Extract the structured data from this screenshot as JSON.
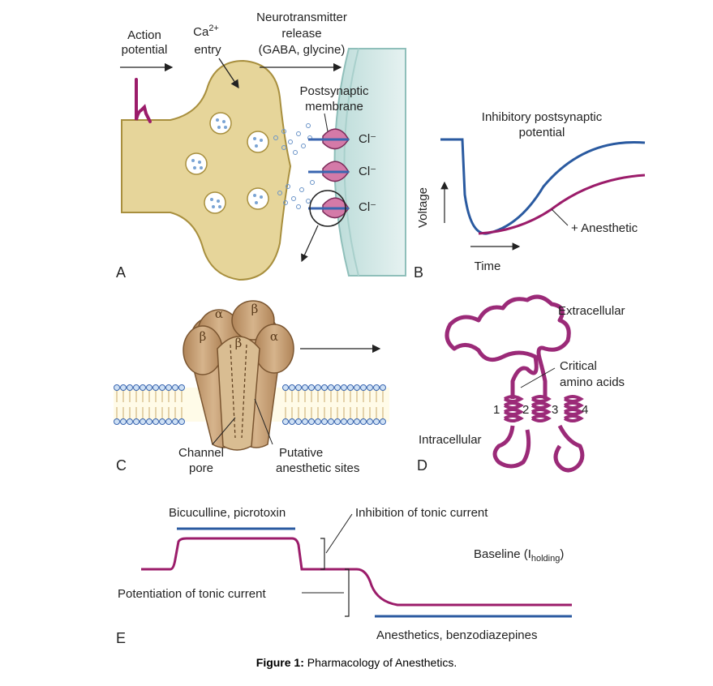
{
  "panel_a": {
    "letter": "A",
    "action_potential": [
      "Action",
      "potential"
    ],
    "ca_entry": {
      "base": "Ca",
      "sup": "2+",
      "line2": "entry"
    },
    "neurotransmitter": [
      "Neurotransmitter",
      "release",
      "(GABA, glycine)"
    ],
    "postsynaptic": [
      "Postsynaptic",
      "membrane"
    ],
    "cl_labels": [
      "Cl⁻",
      "Cl⁻",
      "Cl⁻"
    ]
  },
  "panel_b": {
    "letter": "B",
    "title": [
      "Inhibitory postsynaptic",
      "potential"
    ],
    "ylabel": "Voltage",
    "xlabel": "Time",
    "anesthetic": "+ Anesthetic"
  },
  "panel_c": {
    "letter": "C",
    "subunits": [
      "α",
      "β",
      "β",
      "α",
      "β"
    ],
    "channel_pore": [
      "Channel",
      "pore"
    ],
    "putative": [
      "Putative",
      "anesthetic sites"
    ]
  },
  "panel_d": {
    "letter": "D",
    "extracellular": "Extracellular",
    "critical": [
      "Critical",
      "amino acids"
    ],
    "intracellular": "Intracellular",
    "tm_numbers": [
      "1",
      "2",
      "3",
      "4"
    ]
  },
  "panel_e": {
    "letter": "E",
    "bicuculline": "Bicuculline, picrotoxin",
    "inhibition": "Inhibition of tonic current",
    "baseline": {
      "main": "Baseline (I",
      "sub": "holding",
      "end": ")"
    },
    "potentiation": "Potentiation of tonic current",
    "anesthetics": "Anesthetics, benzodiazepines"
  },
  "caption": {
    "bold": "Figure 1:",
    "text": " Pharmacology of Anesthetics."
  },
  "colors": {
    "terminal": "#e6d59a",
    "terminal_stroke": "#a88f3e",
    "membrane": "#d4e8e6",
    "magenta": "#9b1c6a",
    "blue": "#2a5aa0",
    "receptor": "#c9a27a",
    "vesicle": "#ffffff"
  }
}
